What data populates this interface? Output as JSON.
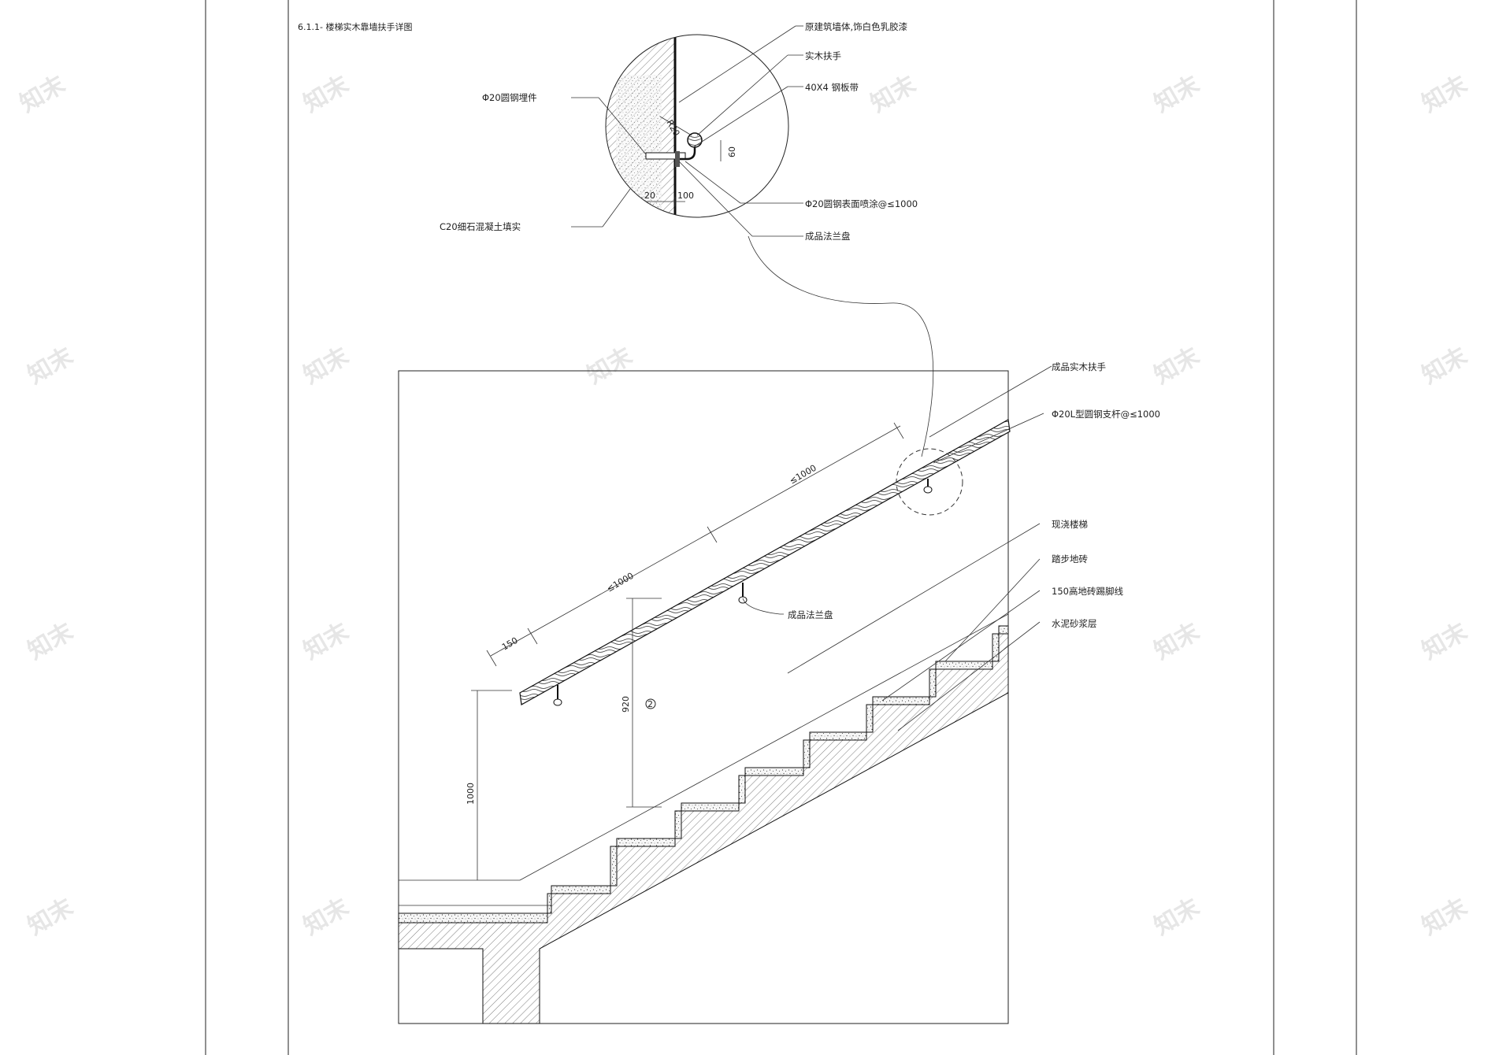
{
  "sheet": {
    "title": "6.1.1- 楼梯实木靠墙扶手详图",
    "watermark": "知末"
  },
  "detail_notes": {
    "wall": "原建筑墙体,饰白色乳胶漆",
    "handrail": "实木扶手",
    "steel_strip": "40X4 钢板带",
    "embed": "Φ20圆钢埋件",
    "paint": "Φ20圆钢表面喷涂@≤1000",
    "concrete": "C20细石混凝土填实",
    "flange": "成品法兰盘"
  },
  "detail_dims": {
    "r20": "R20",
    "d60a": "60",
    "d60b": "60",
    "d20": "20",
    "d100a": "100",
    "d100b": "100"
  },
  "section_notes": {
    "wood_handrail": "成品实木扶手",
    "l_bracket": "Φ20L型圆钢支杆@≤1000",
    "cast_stair": "现浇楼梯",
    "tread_tile": "踏步地砖",
    "skirting": "150高地砖踢脚线",
    "mortar": "水泥砂浆层",
    "flange2": "成品法兰盘"
  },
  "section_dims": {
    "spacing1": "≤1000",
    "spacing2": "≤1000",
    "end": "150",
    "h920": "920",
    "h1000": "1000",
    "callout": "2"
  }
}
